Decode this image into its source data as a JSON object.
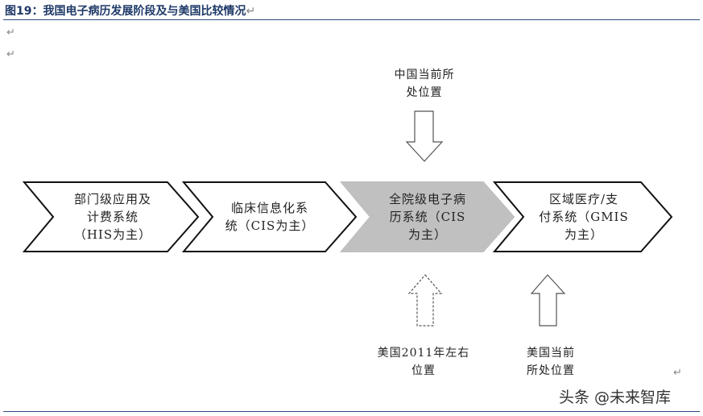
{
  "figure_title": "图19：我国电子病历发展阶段及与美国比较情况",
  "paragraph_mark": "↵",
  "stages": [
    {
      "label": "部门级应用及计费系统（HIS为主）",
      "lines": [
        "部门级应用及",
        "计费系统",
        "（HIS为主）"
      ],
      "highlighted": false
    },
    {
      "label": "临床信息化系统（CIS为主）",
      "lines": [
        "临床信息化系",
        "统（CIS为主）"
      ],
      "highlighted": false
    },
    {
      "label": "全院级电子病历系统（CIS为主）",
      "lines": [
        "全院级电子病",
        "历系统（CIS",
        "为主）"
      ],
      "highlighted": true
    },
    {
      "label": "区域医疗/支付系统（GMIS为主）",
      "lines": [
        "区域医疗/支",
        "付系统（GMIS",
        "为主）"
      ],
      "highlighted": false
    }
  ],
  "markers": {
    "china_now": {
      "lines": [
        "中国当前所",
        "处位置"
      ],
      "stage_index": 2,
      "direction": "down",
      "style": "solid"
    },
    "us_2011": {
      "lines": [
        "美国2011年左右",
        "位置"
      ],
      "stage_index": 2,
      "direction": "up",
      "style": "dashed"
    },
    "us_now": {
      "lines": [
        "美国当前",
        "所处位置"
      ],
      "stage_index": 3,
      "direction": "up",
      "style": "solid"
    }
  },
  "colors": {
    "title": "#1f3a68",
    "rule": "#2b4a7a",
    "highlight_fill": "#c0c0c0",
    "stroke": "#111111"
  },
  "watermark": "头条 @未来智库"
}
